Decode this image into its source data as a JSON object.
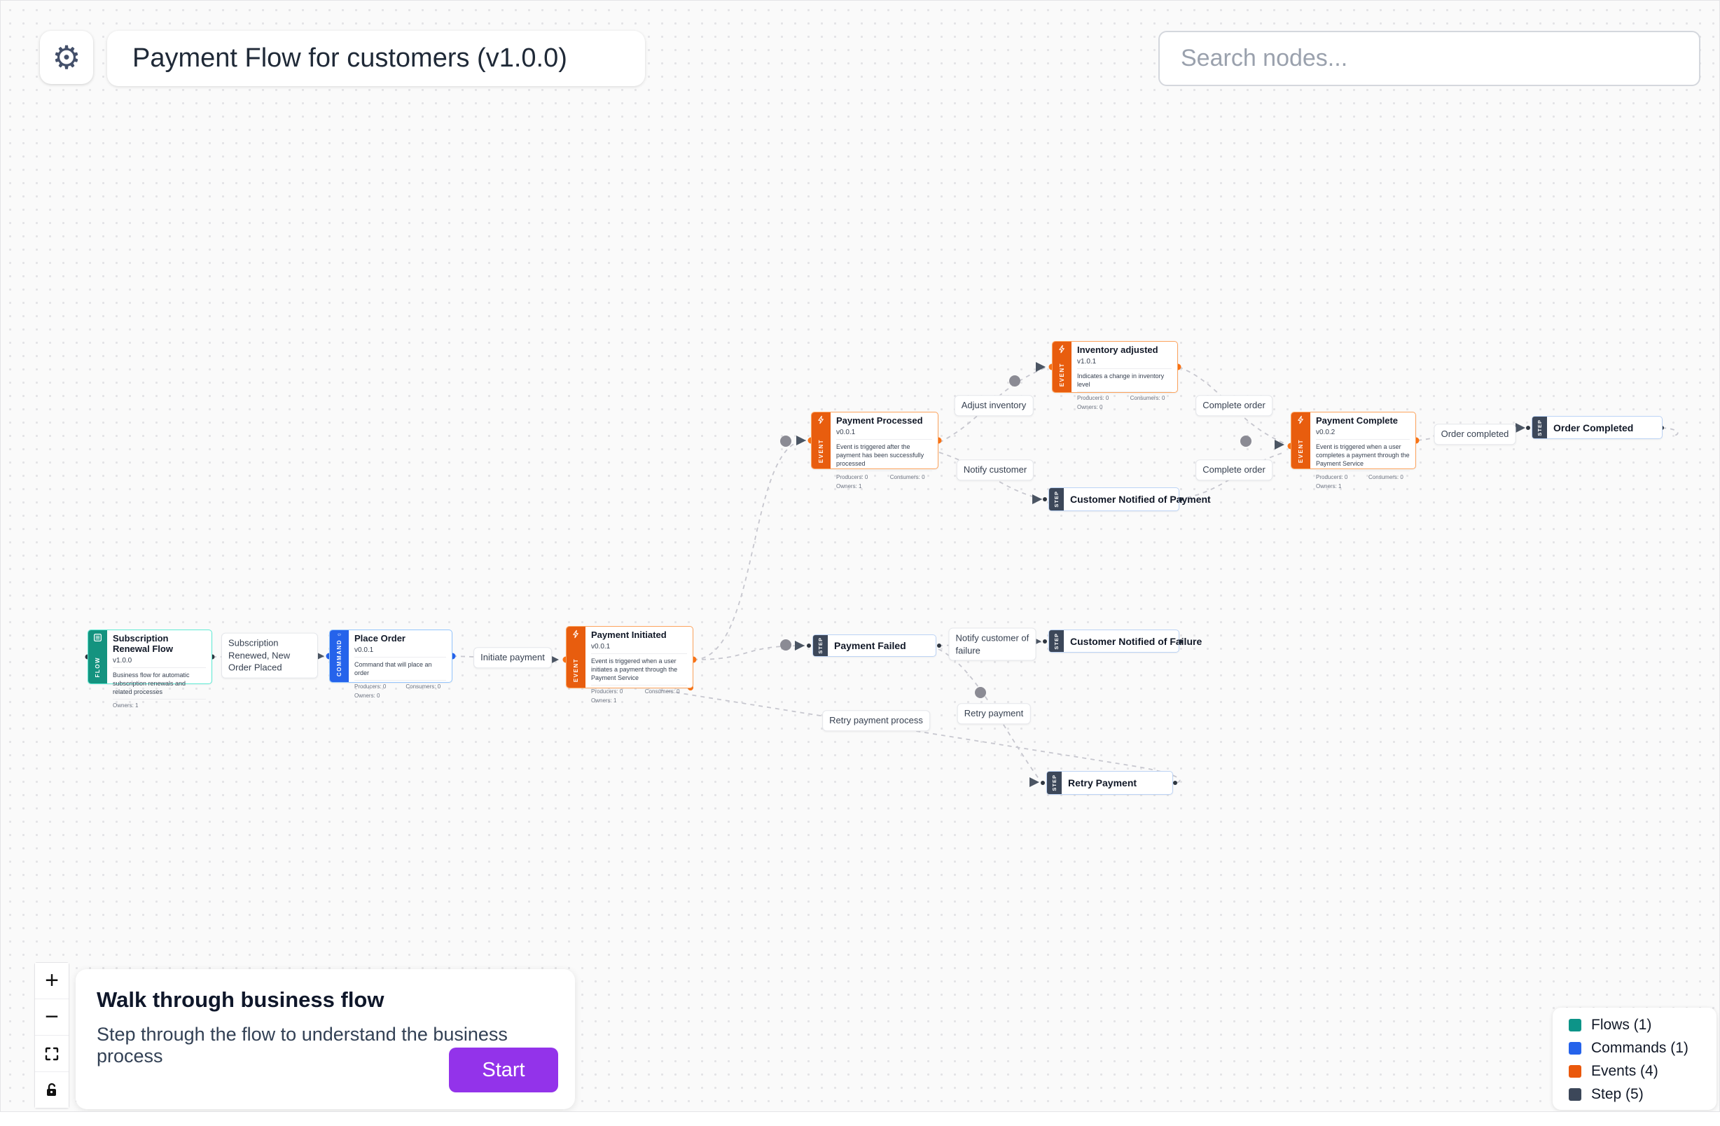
{
  "header": {
    "title": "Payment Flow for customers (v1.0.0)",
    "search_placeholder": "Search nodes...",
    "gear_icon": "gear"
  },
  "accent_colors": {
    "flow": "#0d9488",
    "command": "#2563eb",
    "event": "#ea580c",
    "step": "#3c4759",
    "start_button": "#9333ea"
  },
  "nodes": [
    {
      "type": "flow",
      "badge": "FLOW",
      "title": "Subscription Renewal Flow",
      "version": "v1.0.0",
      "description": "Business flow for automatic subscription renewals and related processes",
      "owners": "Owners: 1"
    },
    {
      "type": "command",
      "badge": "COMMAND",
      "title": "Place Order",
      "version": "v0.0.1",
      "description": "Command that will place an order",
      "producers": "Producers: 0",
      "consumers": "Consumers: 0",
      "owners": "Owners: 0"
    },
    {
      "type": "event",
      "badge": "EVENT",
      "title": "Payment Initiated",
      "version": "v0.0.1",
      "description": "Event is triggered when a user initiates a payment through the Payment Service",
      "producers": "Producers: 0",
      "consumers": "Consumers: 0",
      "owners": "Owners: 1"
    },
    {
      "type": "event",
      "badge": "EVENT",
      "title": "Payment Processed",
      "version": "v0.0.1",
      "description": "Event is triggered after the payment has been successfully processed",
      "producers": "Producers: 0",
      "consumers": "Consumers: 0",
      "owners": "Owners: 1"
    },
    {
      "type": "event",
      "badge": "EVENT",
      "title": "Inventory adjusted",
      "version": "v1.0.1",
      "description": "Indicates a change in inventory level",
      "producers": "Producers: 0",
      "consumers": "Consumers: 0",
      "owners": "Owners: 0"
    },
    {
      "type": "step",
      "badge": "STEP",
      "title": "Customer Notified of Payment"
    },
    {
      "type": "event",
      "badge": "EVENT",
      "title": "Payment Complete",
      "version": "v0.0.2",
      "description": "Event is triggered when a user completes a payment through the Payment Service",
      "producers": "Producers: 0",
      "consumers": "Consumers: 0",
      "owners": "Owners: 1"
    },
    {
      "type": "step",
      "badge": "STEP",
      "title": "Order Completed"
    },
    {
      "type": "step",
      "badge": "STEP",
      "title": "Payment Failed"
    },
    {
      "type": "step",
      "badge": "STEP",
      "title": "Customer Notified of Failure"
    },
    {
      "type": "step",
      "badge": "STEP",
      "title": "Retry Payment"
    }
  ],
  "edge_labels": [
    {
      "text": "Subscription Renewed, New Order Placed"
    },
    {
      "text": "Initiate payment"
    },
    {
      "text": "Adjust inventory"
    },
    {
      "text": "Notify customer"
    },
    {
      "text": "Complete order"
    },
    {
      "text": "Complete order"
    },
    {
      "text": "Order completed"
    },
    {
      "text": "Notify customer of failure"
    },
    {
      "text": "Retry payment process"
    },
    {
      "text": "Retry payment"
    }
  ],
  "controls": {
    "zoom_in": "+",
    "zoom_out": "−"
  },
  "walkthrough": {
    "title": "Walk through business flow",
    "subtitle": "Step through the flow to understand the business process",
    "start_label": "Start"
  },
  "legend": {
    "items": [
      {
        "label": "Flows (1)",
        "color": "#0d9488"
      },
      {
        "label": "Commands (1)",
        "color": "#2563eb"
      },
      {
        "label": "Events (4)",
        "color": "#ea580c"
      },
      {
        "label": "Step (5)",
        "color": "#3c4759"
      }
    ]
  }
}
